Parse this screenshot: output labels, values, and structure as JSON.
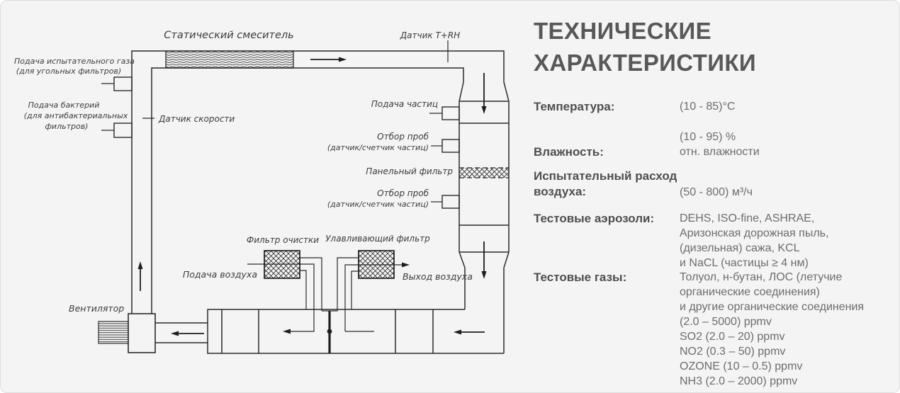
{
  "colors": {
    "background": "#f4f4f5",
    "title_text": "#57585a",
    "label_text": "#4d4e50",
    "value_text": "#6c6d6f",
    "line_art": "#2b2b2b"
  },
  "title": {
    "line1": "ТЕХНИЧЕСКИЕ",
    "line2": "ХАРАКТЕРИСТИКИ"
  },
  "specs": [
    {
      "label": "Температура:",
      "value_lines": [
        "(10 - 85)°C"
      ]
    },
    {
      "label": "Влажность:",
      "value_lines": [
        "(10 - 95) %",
        "отн. влажности"
      ]
    },
    {
      "label": "Испытательный расход воздуха:",
      "value_lines": [
        "(50 - 800) м³/ч"
      ]
    },
    {
      "label": "Тестовые аэрозоли:",
      "value_lines": [
        "DEHS, ISO-fine, ASHRAE,",
        "Аризонская дорожная пыль,",
        "(дизельная) сажа, KCL",
        "и NaCL (частицы ≥ 4 нм)"
      ]
    },
    {
      "label": "Тестовые газы:",
      "value_lines": [
        "Толуол, н-бутан, ЛОС (летучие",
        "органические соединения)",
        "и другие органические соединения",
        "(2.0 – 5000) ppmv",
        "SO2 (2.0 – 20) ppmv",
        "NO2 (0.3 – 50) ppmv",
        "OZONE (10 – 0.5) ppmv",
        "NH3 (2.0 – 2000) ppmv"
      ]
    }
  ],
  "diagram": {
    "labels": {
      "static_mixer": "Статический смеситель",
      "sensor_trh": "Датчик T+RH",
      "test_gas_supply_1": "Подача испытательного газа",
      "test_gas_supply_2": "(для угольных фильтров)",
      "bacteria_supply_1": "Подача бактерий",
      "bacteria_supply_2": "(для антибактериальных",
      "bacteria_supply_3": "фильтров)",
      "speed_sensor": "Датчик скорости",
      "particle_supply": "Подача частиц",
      "sampling_top_1": "Отбор проб",
      "sampling_top_2": "(датчик/счетчик частиц)",
      "panel_filter": "Панельный фильтр",
      "sampling_bottom_1": "Отбор проб",
      "sampling_bottom_2": "(датчик/счетчик частиц)",
      "cleaning_filter": "Фильтр очистки",
      "capture_filter": "Улавливающий фильтр",
      "air_supply": "Подача воздуха",
      "air_outlet": "Выход воздуха",
      "fan": "Вентилятор"
    }
  }
}
